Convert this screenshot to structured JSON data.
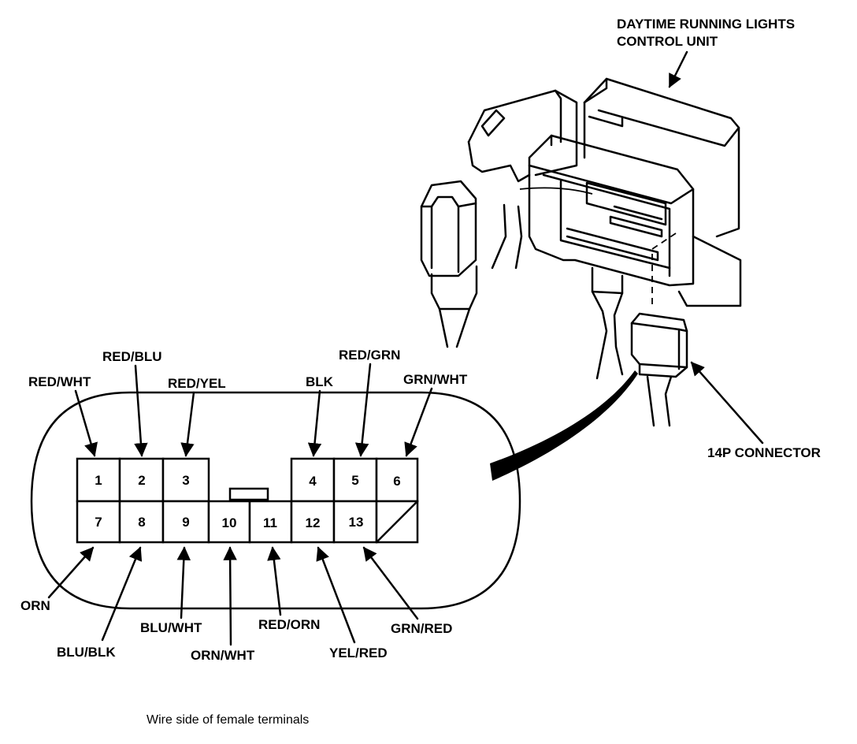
{
  "title_line1": "DAYTIME RUNNING LIGHTS",
  "title_line2": "CONTROL UNIT",
  "connector_label": "14P CONNECTOR",
  "caption": "Wire side of female terminals",
  "top_wires": {
    "red_wht": "RED/WHT",
    "red_blu": "RED/BLU",
    "red_yel": "RED/YEL",
    "blk": "BLK",
    "red_grn": "RED/GRN",
    "grn_wht": "GRN/WHT"
  },
  "bottom_wires": {
    "orn": "ORN",
    "blu_blk": "BLU/BLK",
    "blu_wht": "BLU/WHT",
    "orn_wht": "ORN/WHT",
    "red_orn": "RED/ORN",
    "yel_red": "YEL/RED",
    "grn_red": "GRN/RED"
  },
  "pins": [
    "1",
    "2",
    "3",
    "4",
    "5",
    "6",
    "7",
    "8",
    "9",
    "10",
    "11",
    "12",
    "13"
  ]
}
